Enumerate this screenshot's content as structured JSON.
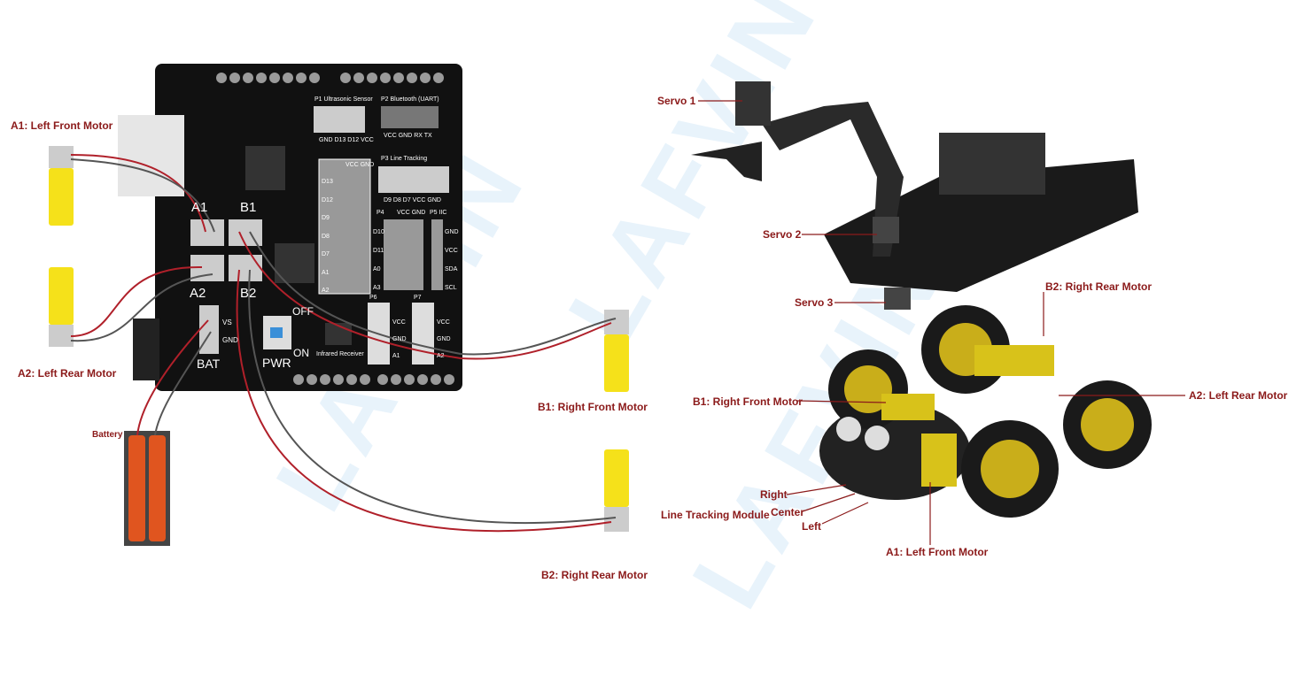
{
  "watermark": "LAFVIN",
  "colors": {
    "label": "#8b1a1a",
    "board": "#111111",
    "wire_red": "#b0202a",
    "wire_gray": "#555555",
    "motor_yellow": "#f5e11a",
    "battery": "#e0551f",
    "watermark": "#e8f3fb"
  },
  "wiring": {
    "labels": {
      "a1": "A1: Left Front Motor",
      "a2": "A2: Left Rear Motor",
      "b1": "B1: Right Front Motor",
      "b2": "B2: Right Rear Motor",
      "battery": "Battery"
    },
    "board": {
      "ports": {
        "a1": "A1",
        "b1": "B1",
        "a2": "A2",
        "b2": "B2",
        "bat": "BAT",
        "vs": "VS",
        "gnd": "GND",
        "pwr": "PWR",
        "off": "OFF",
        "on": "ON",
        "ir": "Infrared  Receiver"
      },
      "p1": {
        "title": "P1 Ultrasonic Sensor",
        "pins": "GND D13  D12  VCC"
      },
      "p2": {
        "title": "P2  Bluetooth (UART)",
        "pins": "VCC  GND  RX    TX"
      },
      "p3": {
        "title": "P3 Line Tracking",
        "pins": "D9  D8  D7 VCC GND"
      },
      "header": {
        "top": "VCC GND",
        "rows": [
          "D13",
          "D12",
          "D9",
          "D8",
          "D7",
          "A1",
          "A2"
        ]
      },
      "p4": {
        "title": "P4",
        "top": "VCC GND",
        "rows": [
          "D10",
          "D11",
          "A0",
          "A3"
        ]
      },
      "p5": {
        "title": "P5 IIC",
        "rows": [
          "GND",
          "VCC",
          "SDA",
          "SCL"
        ]
      },
      "p6": {
        "title": "P6",
        "rows": [
          "VCC",
          "GND",
          "A1"
        ]
      },
      "p7": {
        "title": "P7",
        "rows": [
          "VCC",
          "GND",
          "A2"
        ]
      }
    }
  },
  "robot": {
    "labels": {
      "servo1": "Servo 1",
      "servo2": "Servo 2",
      "servo3": "Servo 3",
      "b2": "B2: Right Rear Motor",
      "a2": "A2: Left Rear Motor",
      "b1": "B1: Right Front Motor",
      "a1": "A1: Left Front Motor",
      "right": "Right",
      "center": "Center",
      "left": "Left",
      "line_tracking": "Line Tracking Module"
    }
  }
}
